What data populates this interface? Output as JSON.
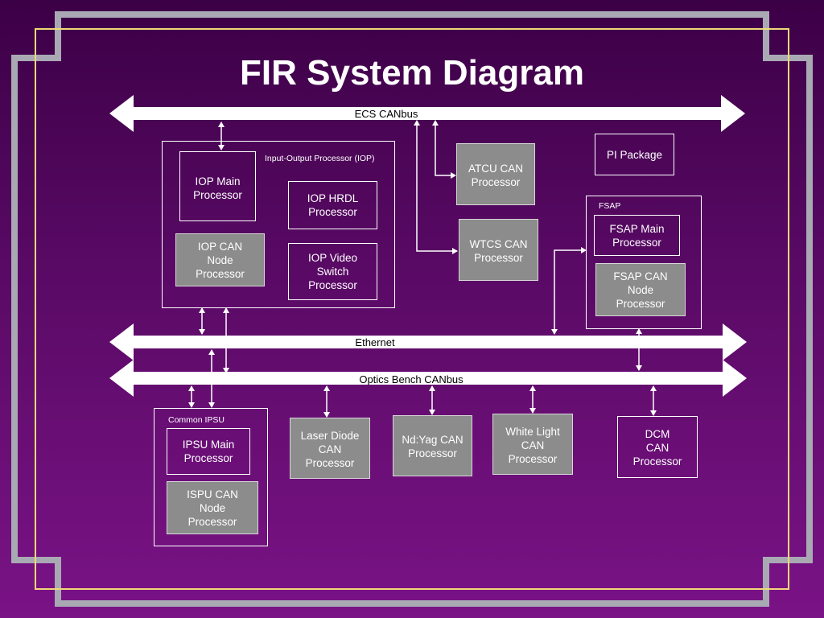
{
  "slide": {
    "title": "FIR System Diagram"
  },
  "buses": {
    "ecs": "ECS CANbus",
    "ethernet": "Ethernet",
    "optics": "Optics Bench CANbus"
  },
  "iop": {
    "group_label": "Input-Output Processor (IOP)",
    "main": "IOP Main\nProcessor",
    "hrdl": "IOP HRDL\nProcessor",
    "can_node": "IOP CAN\nNode\nProcessor",
    "video": "IOP Video\nSwitch\nProcessor"
  },
  "atcu": "ATCU CAN\nProcessor",
  "wtcs": "WTCS CAN\nProcessor",
  "pi_package": "PI Package",
  "fsap": {
    "group_label": "FSAP",
    "main": "FSAP Main\nProcessor",
    "can_node": "FSAP CAN\nNode\nProcessor"
  },
  "ipsu": {
    "group_label": "Common IPSU",
    "main": "IPSU Main\nProcessor",
    "can_node": "ISPU CAN\nNode\nProcessor"
  },
  "laser_diode": "Laser Diode\nCAN\nProcessor",
  "ndyag": "Nd:Yag CAN\nProcessor",
  "white_light": "White Light\nCAN\nProcessor",
  "dcm": "DCM\nCAN\nProcessor",
  "colors": {
    "background_top": "#3c0046",
    "background_bottom": "#7a1386",
    "frame_gray": "#a9a9b4",
    "frame_gold": "#f0d878",
    "filled_box": "#8c8c8c",
    "line": "#ffffff"
  }
}
